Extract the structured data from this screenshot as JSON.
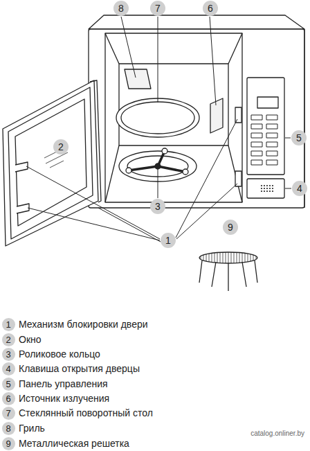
{
  "diagram": {
    "nodes": [
      {
        "text": [
          "8"
        ]
      },
      {
        "text": [
          "7"
        ]
      },
      {
        "text": [
          "6"
        ]
      },
      {
        "text": [
          "2"
        ]
      },
      {
        "text": [
          "5"
        ]
      },
      {
        "text": [
          "3"
        ]
      },
      {
        "text": [
          "4"
        ]
      },
      {
        "text": [
          "1"
        ]
      },
      {
        "text": [
          "9"
        ]
      },
      {
        "text": [
          "1"
        ]
      },
      {
        "text": [
          "2"
        ]
      },
      {
        "text": [
          "3"
        ]
      },
      {
        "text": [
          "4"
        ]
      },
      {
        "text": [
          "5"
        ]
      },
      {
        "text": [
          "6"
        ]
      },
      {
        "text": [
          "7"
        ]
      },
      {
        "text": [
          "8"
        ]
      },
      {
        "text": [
          "9"
        ]
      }
    ],
    "labels": [
      "Механизм блокировки двери",
      "Окно",
      "Роликовое кольцо",
      "Клавиша открытия дверцы",
      "Панель управления",
      "Источник излучения",
      "Стеклянный поворотный стол",
      "Гриль",
      "Металлическая решетка",
      "catalog.onliner.by"
    ]
  }
}
